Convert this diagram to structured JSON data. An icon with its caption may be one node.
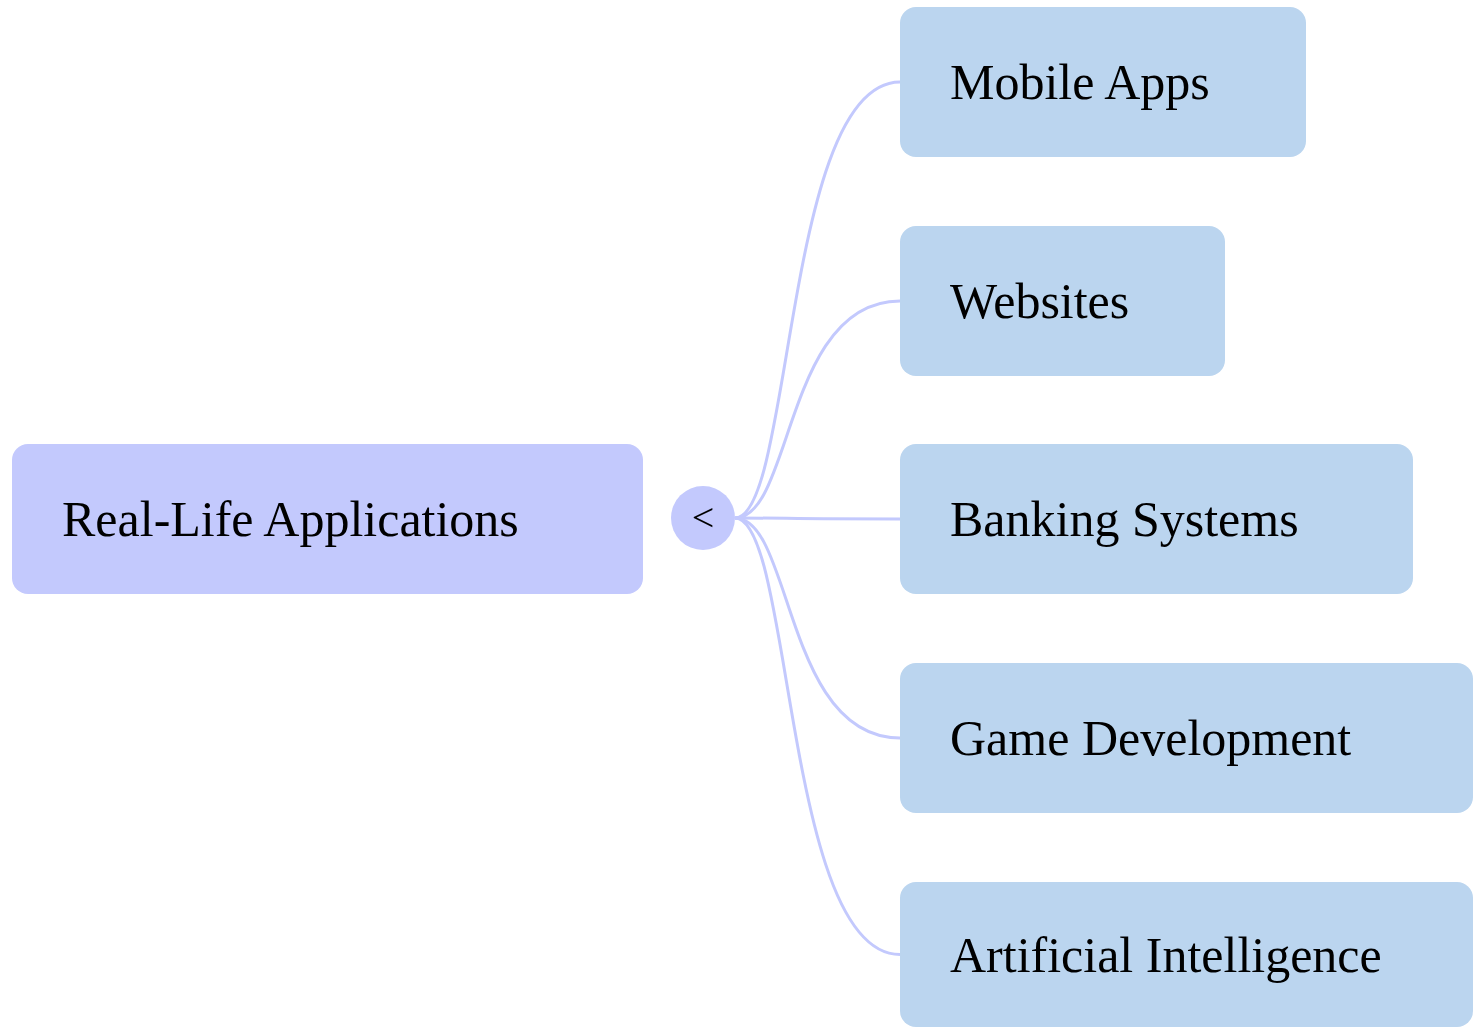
{
  "diagram": {
    "nodes": [
      {
        "text": [
          "Real-Life Applications"
        ]
      },
      {
        "text": [
          "<"
        ]
      },
      {
        "text": [
          "Mobile Apps"
        ]
      },
      {
        "text": [
          "Websites"
        ]
      },
      {
        "text": [
          "Banking Systems"
        ]
      },
      {
        "text": [
          "Game Development"
        ]
      },
      {
        "text": [
          "Artificial Intelligence"
        ]
      }
    ],
    "edges": [
      {
        "from": 1,
        "to": 2,
        "arrow": "none"
      },
      {
        "from": 1,
        "to": 3,
        "arrow": "none"
      },
      {
        "from": 1,
        "to": 4,
        "arrow": "none"
      },
      {
        "from": 1,
        "to": 5,
        "arrow": "none"
      },
      {
        "from": 1,
        "to": 6,
        "arrow": "none"
      }
    ]
  }
}
